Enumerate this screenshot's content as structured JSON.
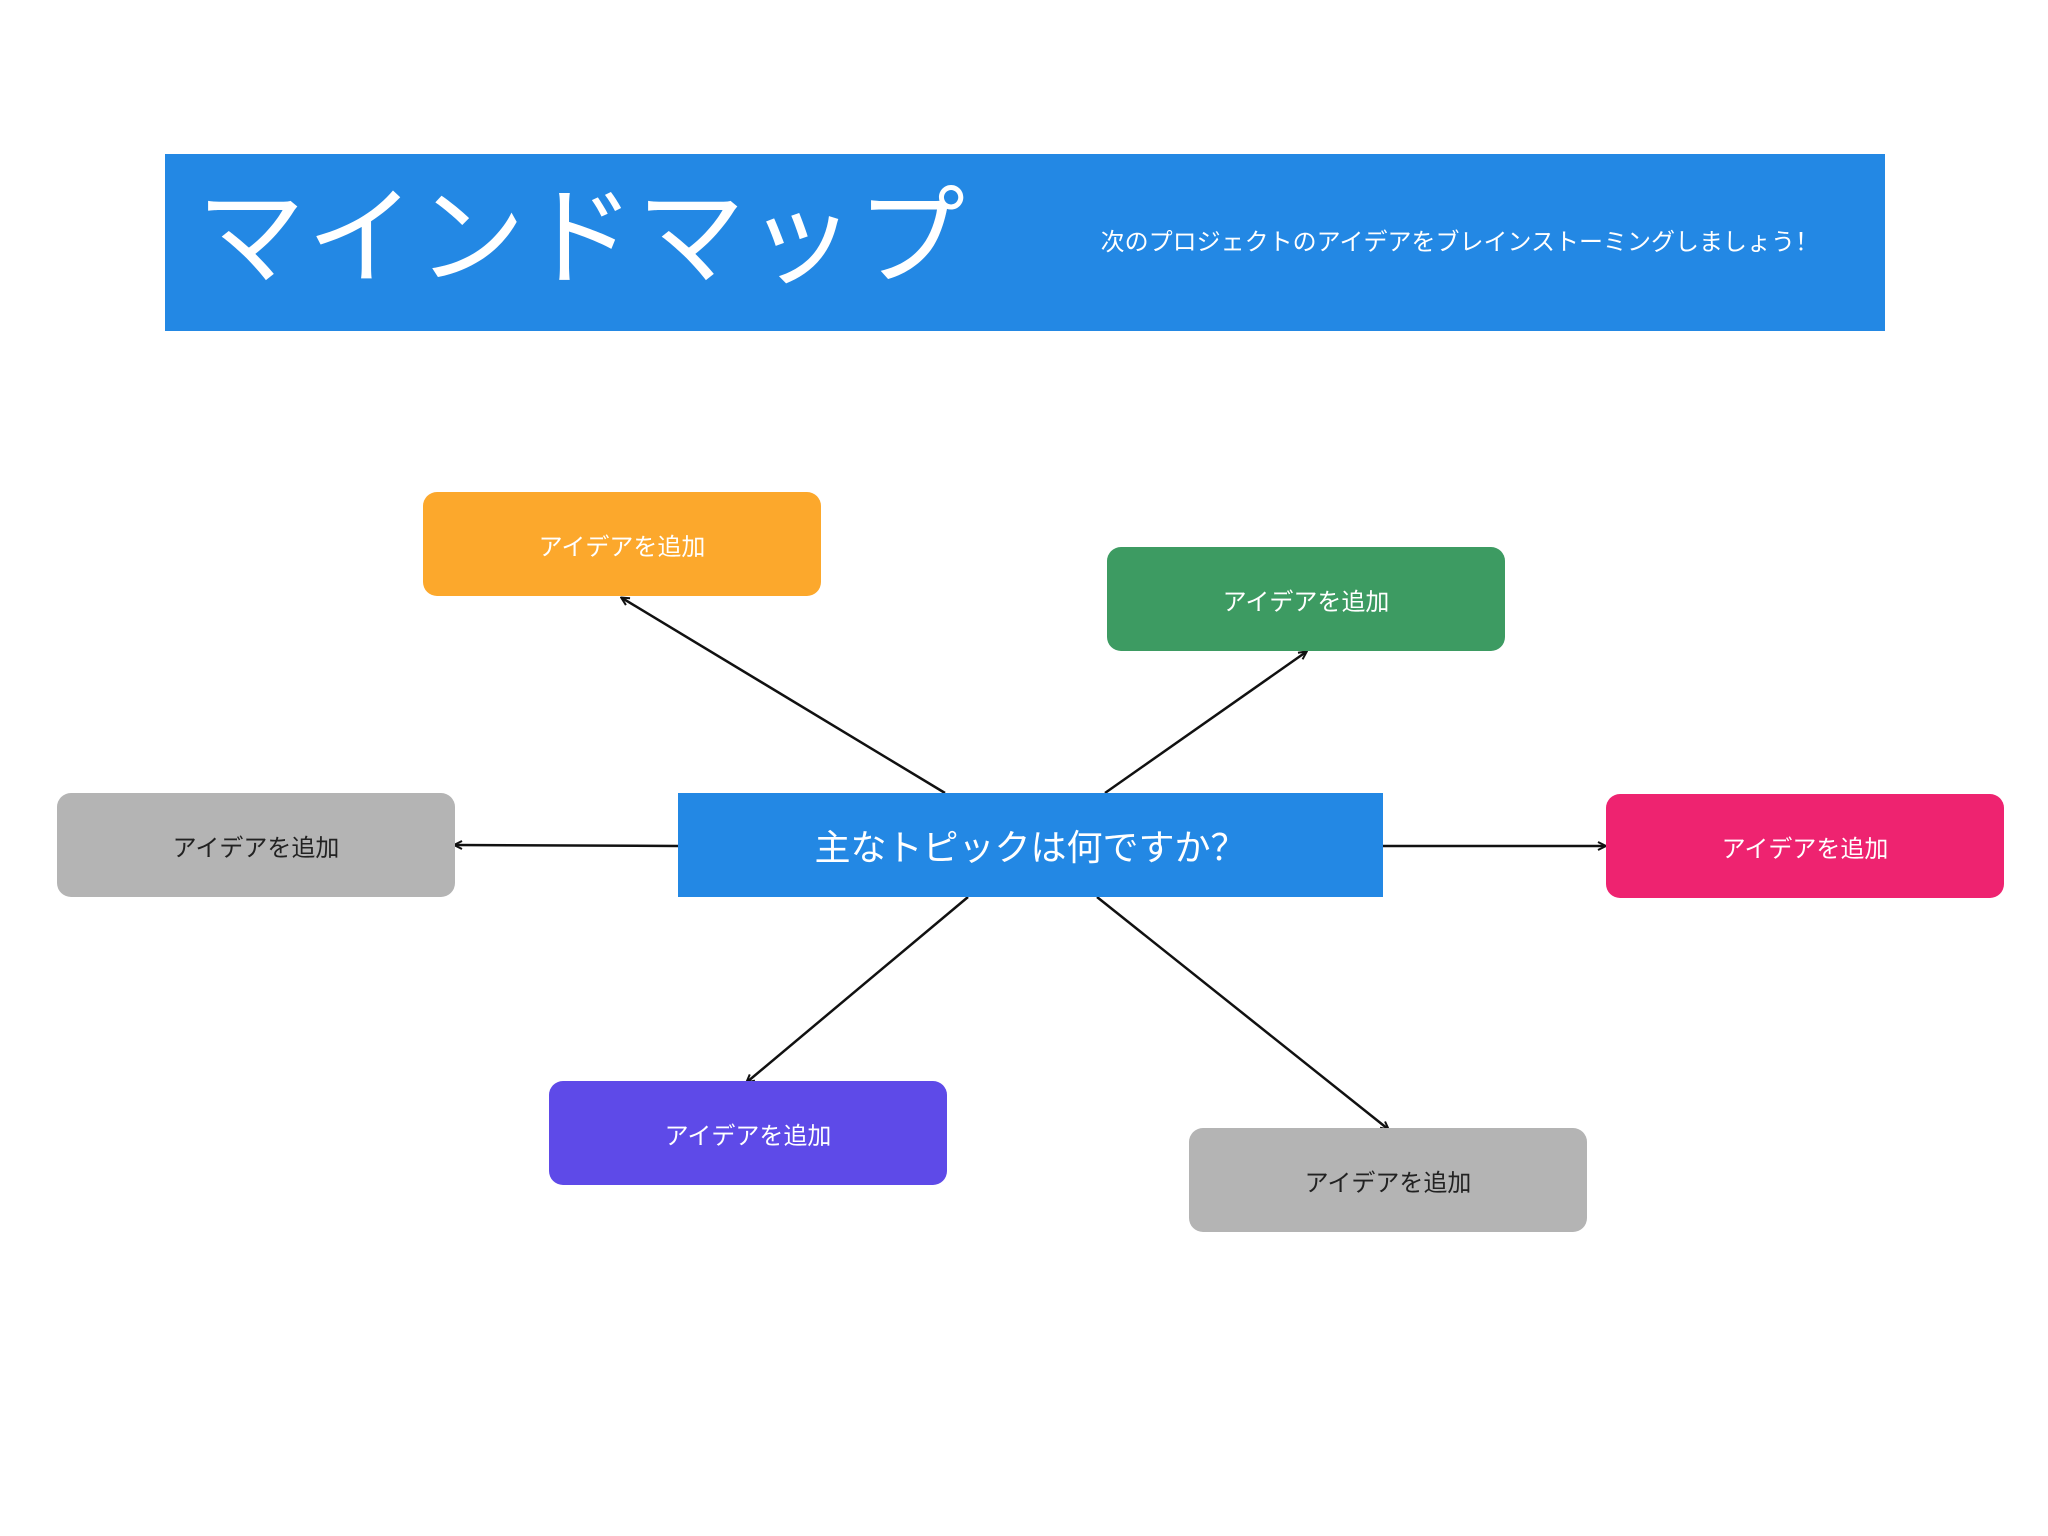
{
  "header": {
    "title": "マインドマップ",
    "subtitle": "次のプロジェクトのアイデアをブレインストーミングしましょう！",
    "background_color": "#2388e4"
  },
  "central_topic": {
    "label": "主なトピックは何ですか？",
    "color": "#2388e4"
  },
  "ideas": [
    {
      "id": "orange",
      "label": "アイデアを追加",
      "color": "#fca82c",
      "text_color": "#ffffff"
    },
    {
      "id": "green",
      "label": "アイデアを追加",
      "color": "#3d9b62",
      "text_color": "#ffffff"
    },
    {
      "id": "gray-left",
      "label": "アイデアを追加",
      "color": "#b4b4b4",
      "text_color": "#222222"
    },
    {
      "id": "pink",
      "label": "アイデアを追加",
      "color": "#ee2370",
      "text_color": "#ffffff"
    },
    {
      "id": "purple",
      "label": "アイデアを追加",
      "color": "#5e4ae8",
      "text_color": "#ffffff"
    },
    {
      "id": "gray-bottom",
      "label": "アイデアを追加",
      "color": "#b4b4b4",
      "text_color": "#222222"
    }
  ],
  "connections": [
    {
      "from": "central",
      "to": "orange"
    },
    {
      "from": "central",
      "to": "green"
    },
    {
      "from": "central",
      "to": "gray-left"
    },
    {
      "from": "central",
      "to": "pink"
    },
    {
      "from": "central",
      "to": "purple"
    },
    {
      "from": "central",
      "to": "gray-bottom"
    }
  ]
}
